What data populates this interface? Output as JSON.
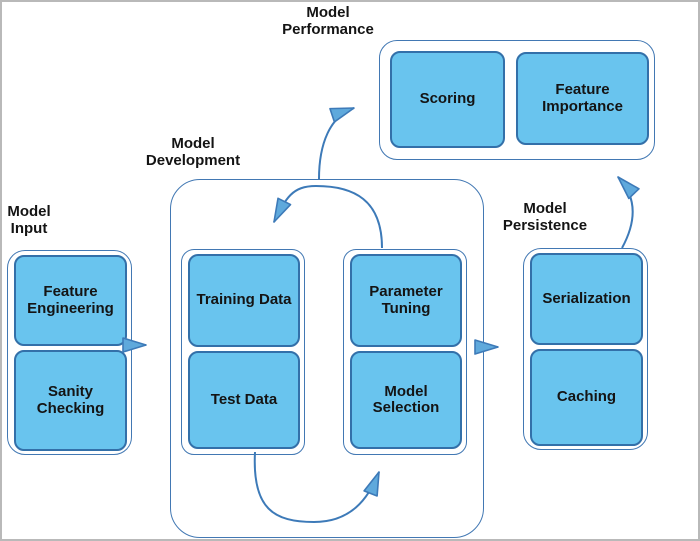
{
  "page": {
    "background": "#ffffff",
    "frame_border": "#b9b9b9"
  },
  "colors": {
    "box_fill": "#69c4ee",
    "box_border": "#3370a9",
    "group_border": "#4278b3",
    "arrow_stroke": "#3d7ab8",
    "arrowhead_fill": "#5fa9dc",
    "text": "#141414"
  },
  "groups": {
    "input": {
      "label": "Model Input",
      "box1": "Feature Engineering",
      "box2": "Sanity Checking"
    },
    "development": {
      "label": "Model Development",
      "box1": "Training Data",
      "box2": "Test Data",
      "box3": "Parameter Tuning",
      "box4": "Model Selection"
    },
    "performance": {
      "label": "Model Performance",
      "box1": "Scoring",
      "box2": "Feature Importance"
    },
    "persistence": {
      "label": "Model Persistence",
      "box1": "Serialization",
      "box2": "Caching"
    }
  },
  "edges": [
    {
      "from": "Model Input",
      "to": "Model Development"
    },
    {
      "from": "Model Development",
      "to": "Model Persistence"
    },
    {
      "from": "Parameter Tuning",
      "to": "Training Data"
    },
    {
      "from": "Test Data",
      "to": "Model Selection"
    },
    {
      "from": "Model Development",
      "to": "Model Performance"
    },
    {
      "from": "Model Persistence",
      "to": "Model Performance"
    }
  ]
}
